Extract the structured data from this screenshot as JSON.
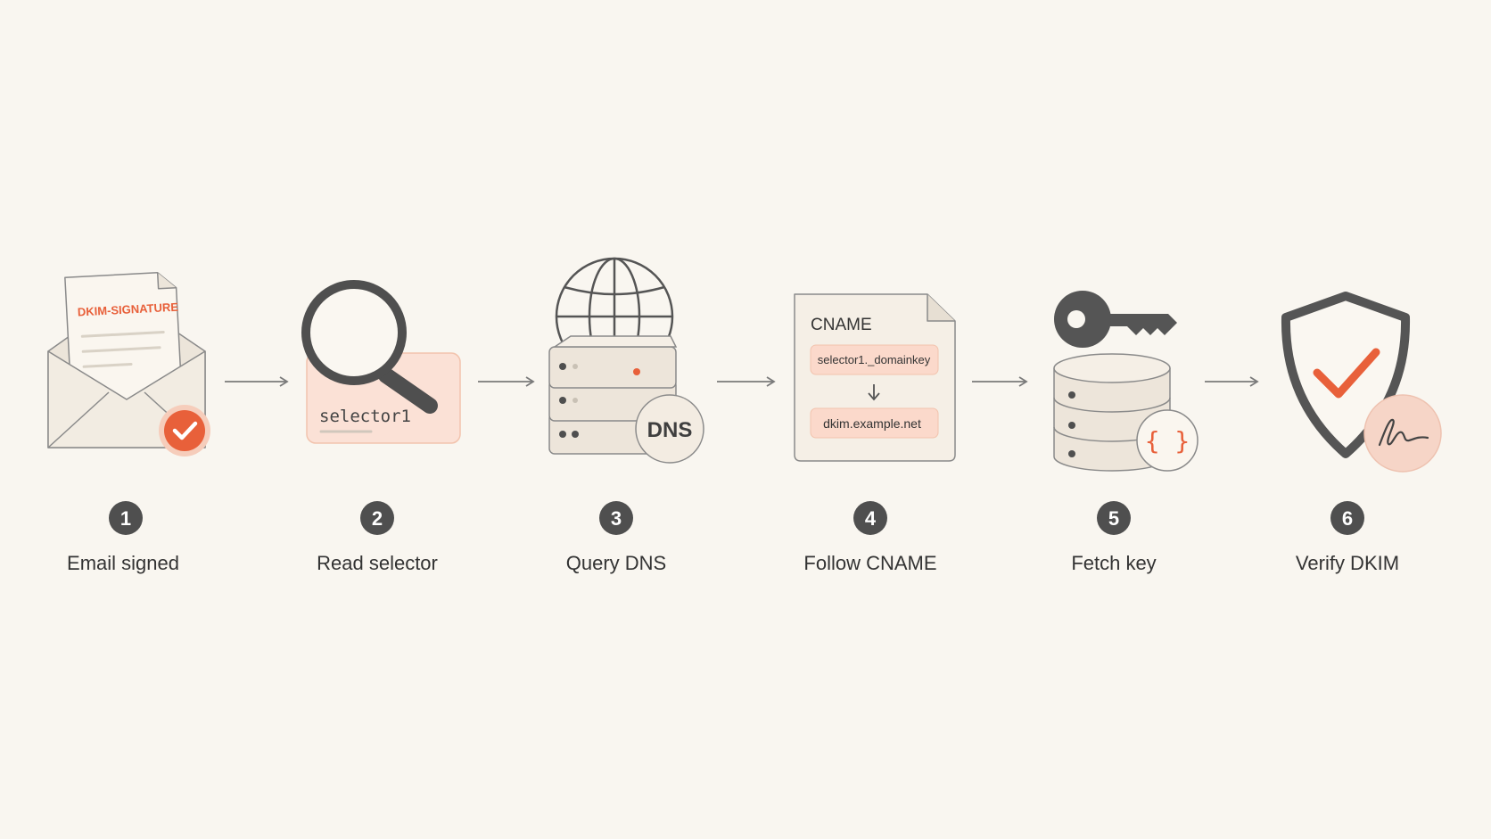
{
  "steps": [
    {
      "number": "1",
      "label": "Email signed",
      "icon": "envelope-check-icon",
      "header_text": "DKIM-SIGNATURE"
    },
    {
      "number": "2",
      "label": "Read selector",
      "icon": "magnifier-icon",
      "selector_text": "selector1"
    },
    {
      "number": "3",
      "label": "Query DNS",
      "icon": "dns-server-globe-icon",
      "badge_text": "DNS"
    },
    {
      "number": "4",
      "label": "Follow CNAME",
      "icon": "cname-document-icon",
      "doc_title": "CNAME",
      "from": "selector1._domainkey",
      "to": "dkim.example.net"
    },
    {
      "number": "5",
      "label": "Fetch key",
      "icon": "key-database-icon",
      "braces": "{ }"
    },
    {
      "number": "6",
      "label": "Verify DKIM",
      "icon": "shield-check-icon"
    }
  ],
  "colors": {
    "background": "#f9f6f0",
    "accent": "#e8603a",
    "accent_light": "#fbe0d4",
    "stroke": "#555555",
    "icon_dark": "#4f4f4f",
    "paper": "#f3ede4"
  }
}
